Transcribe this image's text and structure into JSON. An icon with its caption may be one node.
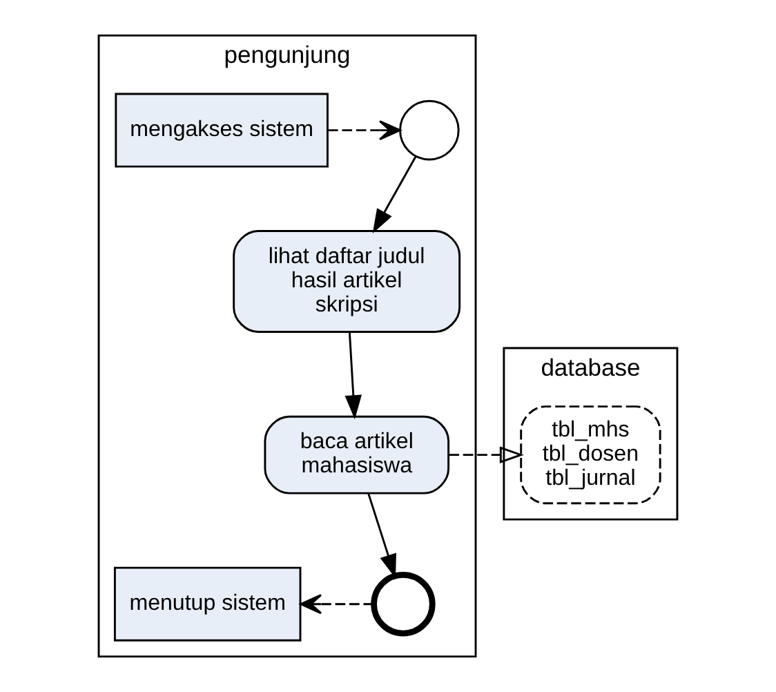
{
  "diagram": {
    "nodes": [
      {
        "text": [
          "pengunjung"
        ]
      },
      {
        "text": [
          "database"
        ]
      },
      {
        "text": [
          "mengakses sistem"
        ],
        "in": 0
      },
      {
        "text": [],
        "shape": "circle",
        "in": 0
      },
      {
        "text": [
          "lihat daftar judul hasil artikel skripsi"
        ],
        "in": 0
      },
      {
        "text": [
          "baca artikel mahasiswa"
        ],
        "in": 0
      },
      {
        "text": [
          "tbl_mhs",
          "tbl_dosen",
          "tbl_jurnal"
        ],
        "in": 1
      },
      {
        "text": [],
        "shape": "circle",
        "in": 0
      },
      {
        "text": [
          "menutup sistem"
        ],
        "in": 0
      }
    ],
    "edges": [
      {
        "from": 2,
        "to": 3,
        "arrow": "to",
        "style": "dashed"
      },
      {
        "from": 3,
        "to": 4,
        "arrow": "to"
      },
      {
        "from": 4,
        "to": 5,
        "arrow": "to"
      },
      {
        "from": 5,
        "to": 6,
        "arrow": "to",
        "style": "dashed"
      },
      {
        "from": 5,
        "to": 7,
        "arrow": "to"
      },
      {
        "from": 7,
        "to": 8,
        "arrow": "to",
        "style": "dashed"
      }
    ]
  }
}
